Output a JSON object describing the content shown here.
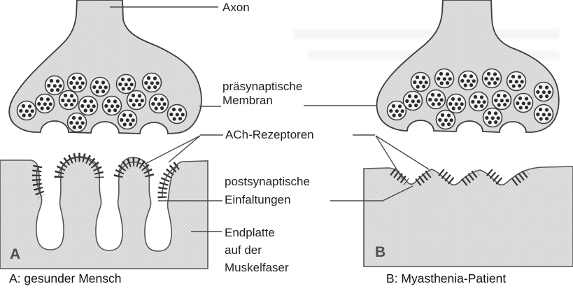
{
  "figure": {
    "title_hint": "Neuromuskuläre Endplatte: Vergleich",
    "labels": {
      "axon": "Axon",
      "presynaptic_line1": "präsynaptische",
      "presynaptic_line2": "Membran",
      "ach_receptors": "ACh-Rezeptoren",
      "postsynaptic_line1": "postsynaptische",
      "postsynaptic_line2": "Einfaltungen",
      "endplate_line1": "Endplatte",
      "endplate_line2": "auf der",
      "endplate_line3": "Muskelfaser"
    },
    "panels": {
      "a": {
        "letter": "A",
        "caption": "A: gesunder Mensch"
      },
      "b": {
        "letter": "B",
        "caption": "B: Myasthenia-Patient"
      }
    },
    "colors": {
      "tissue_fill": "#dbdbdb",
      "outline": "#3d3d3d",
      "receptor_ticks": "#333333",
      "leader_line": "#4a4a4a",
      "text": "#1c1c1c",
      "background": "#ffffff"
    }
  }
}
